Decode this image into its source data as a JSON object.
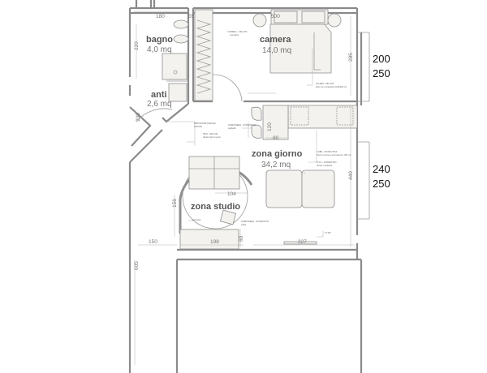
{
  "rooms": [
    {
      "name": "bagno",
      "area": "4,0 mq"
    },
    {
      "name": "anti",
      "area": "2,6 mq"
    },
    {
      "name": "camera",
      "area": "14,0 mq"
    },
    {
      "name": "zona giorno",
      "area": "34,2 mq"
    },
    {
      "name": "zona studio",
      "area": ""
    }
  ],
  "dimensions": {
    "bagno_width": "180",
    "bagno_height": "220",
    "wardrobe_gap": "55",
    "bed_width": "500",
    "camera_height": "285",
    "door": "205",
    "island_depth": "120",
    "island_width": "80",
    "living_height": "440",
    "sofa_gap": "104",
    "studio_height": "156",
    "corridor_width": "150",
    "desk_width": "198",
    "desk_depth": "60",
    "tv_wall": "327",
    "corridor_length": "605"
  },
  "annotations": {
    "lamp": "CORRELL - MILLUM",
    "lamp_sub": "comodino",
    "bed": "JOLEEN - MILLUM",
    "bed_sub": "letto con contenitore 160x200 cm",
    "partition": "PARTIZIONE TESSILE",
    "partition_sub": "DOOOR",
    "sofa_studio": "MATI - MILLUM",
    "sofa_studio_sub": "divano letto 2 posti",
    "stools": "IN BETWEEN - &TRADITION",
    "stools_sub": "sgabello",
    "kitchen": "CUBE - MONOLITIKA",
    "kitchen_sub": "blocco cucina a scomparsa L 287 cm",
    "sofa": "N°LO - &TRADITION",
    "sofa_sub": "divano modulare",
    "desk": "scrivania",
    "chair": "IN BETWEEN - &TRADITION",
    "chair_sub": "sedia",
    "tv": "TV 65\""
  },
  "side_labels": [
    {
      "line1": "200",
      "line2": "250"
    },
    {
      "line1": "240",
      "line2": "250"
    }
  ]
}
